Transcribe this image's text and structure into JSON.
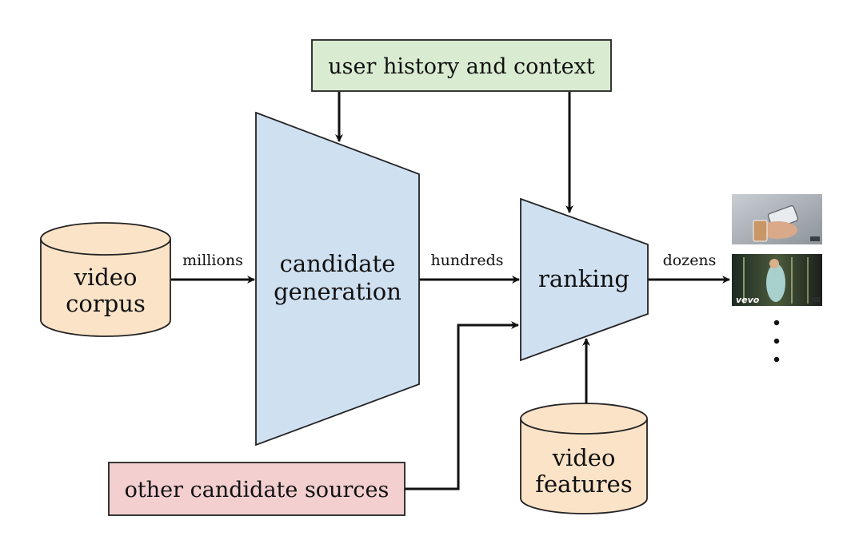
{
  "nodes": {
    "user_history": {
      "label": "user history and context"
    },
    "candidate_generation": {
      "lines": [
        "candidate",
        "generation"
      ]
    },
    "ranking": {
      "label": "ranking"
    },
    "video_corpus": {
      "lines": [
        "video",
        "corpus"
      ]
    },
    "video_features": {
      "lines": [
        "video",
        "features"
      ]
    },
    "other_sources": {
      "label": "other candidate sources"
    }
  },
  "edges": {
    "corpus_to_generation": "millions",
    "generation_to_ranking": "hundreds",
    "ranking_to_output": "dozens"
  },
  "output": {
    "thumbnails": [
      {
        "name": "hand-with-phone-thumbnail"
      },
      {
        "name": "dancer-video-thumbnail",
        "watermark": "vevo"
      }
    ]
  },
  "colors": {
    "funnel_fill": "#cfe0f1",
    "database_fill": "#fbe3c8",
    "context_fill": "#d9ecd2",
    "sources_fill": "#f3cfcf",
    "line": "#111111"
  }
}
